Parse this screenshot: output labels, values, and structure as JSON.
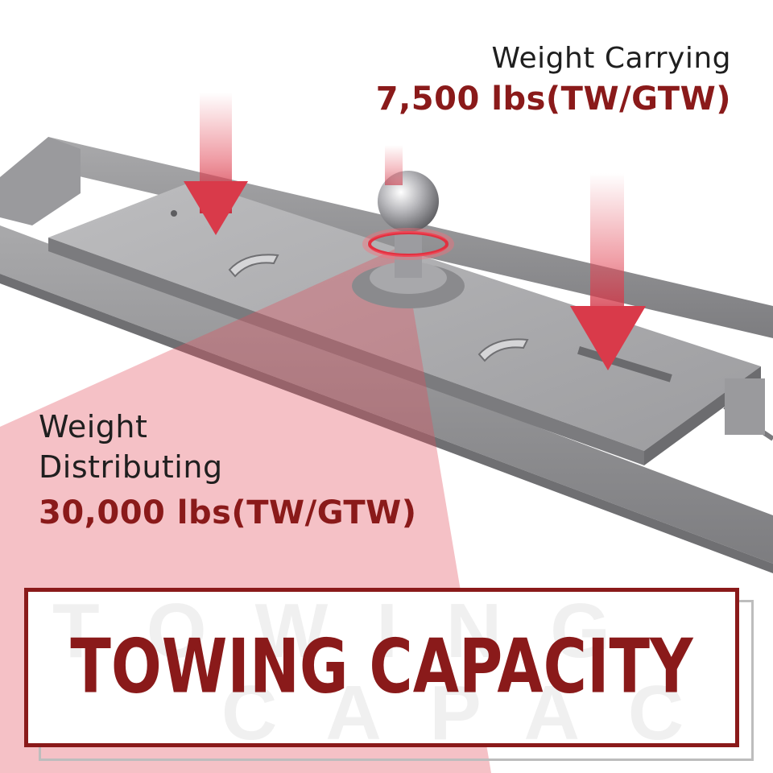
{
  "callouts": {
    "top_right": {
      "label": "Weight Carrying",
      "value": "7,500 lbs(TW/GTW)"
    },
    "middle_left": {
      "label_line1": "Weight",
      "label_line2": "Distributing",
      "value": "30,000 lbs(TW/GTW)"
    }
  },
  "banner": {
    "headline": "TOWING CAPACITY",
    "ghost_line1": "TOWING",
    "ghost_line2": "CAPACITY"
  },
  "colors": {
    "accent": "#8a1a1a",
    "highlight_red": "#e34d5c",
    "rail_gray": "#8e8e90",
    "background": "#ffffff"
  },
  "icons": [
    "down-arrow-icon",
    "gooseneck-ball-icon"
  ]
}
